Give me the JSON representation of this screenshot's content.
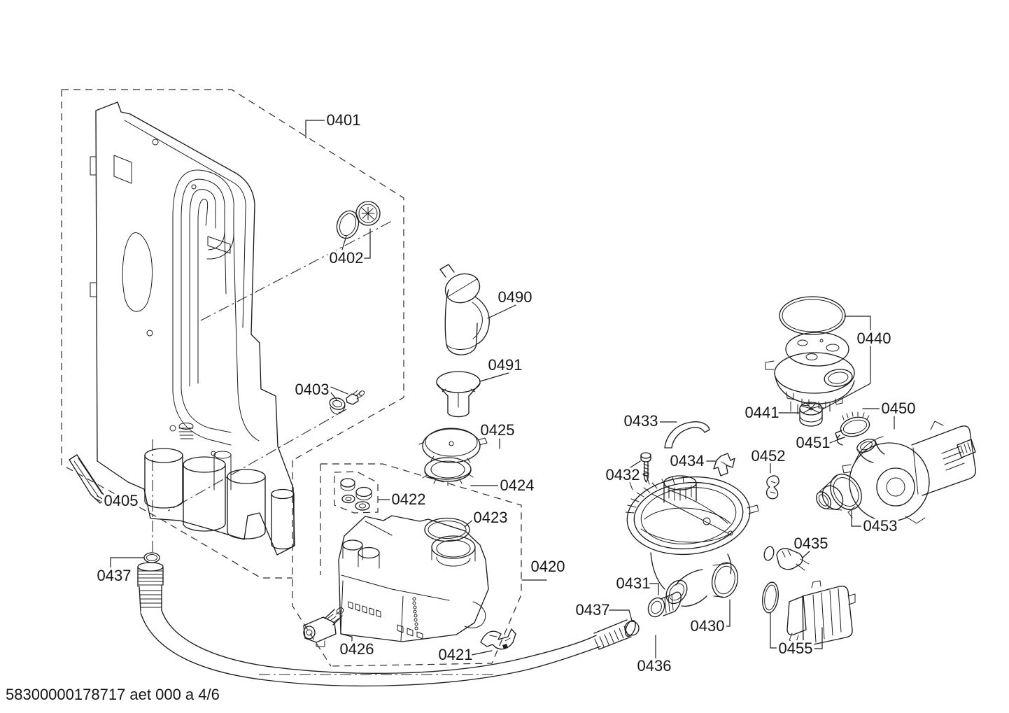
{
  "diagram": {
    "footer_code": "58300000178717 aet 000 a 4/6",
    "part_labels": {
      "l0401": "0401",
      "l0402": "0402",
      "l0403": "0403",
      "l0405": "0405",
      "l0420": "0420",
      "l0421": "0421",
      "l0422": "0422",
      "l0423": "0423",
      "l0424": "0424",
      "l0425": "0425",
      "l0426": "0426",
      "l0430": "0430",
      "l0431": "0431",
      "l0432": "0432",
      "l0433": "0433",
      "l0434": "0434",
      "l0435": "0435",
      "l0436": "0436",
      "l0437_left": "0437",
      "l0437_right": "0437",
      "l0440": "0440",
      "l0441": "0441",
      "l0450": "0450",
      "l0451": "0451",
      "l0452": "0452",
      "l0453": "0453",
      "l0455": "0455",
      "l0490": "0490",
      "l0491": "0491"
    }
  }
}
